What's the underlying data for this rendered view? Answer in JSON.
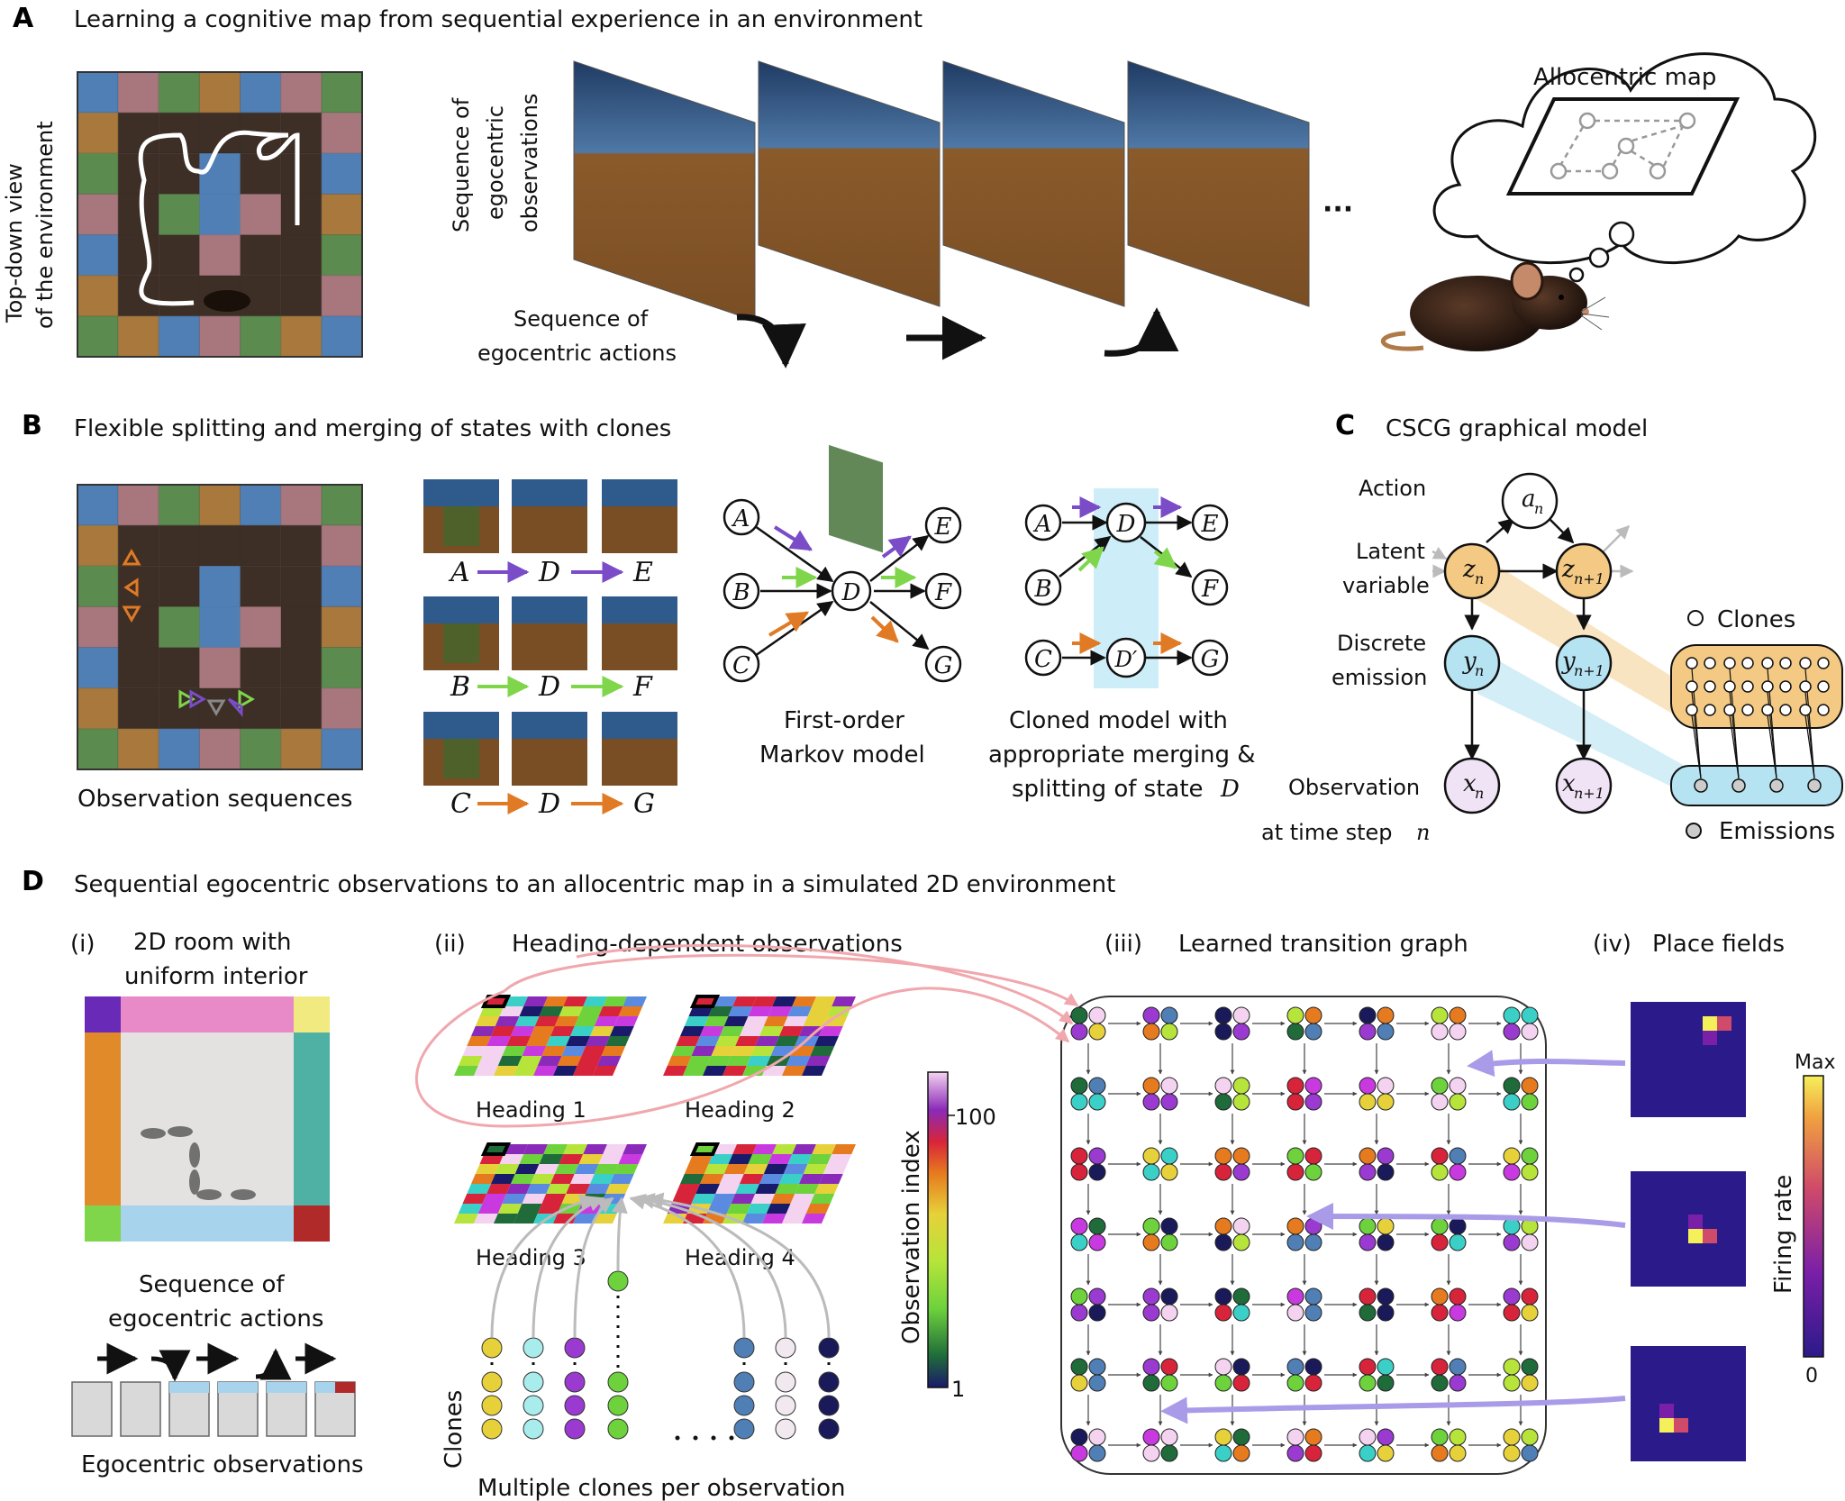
{
  "panels": {
    "A": {
      "letter": "A",
      "title": "Learning a cognitive map from sequential experience in an environment",
      "topdown_1": "Top-down view",
      "topdown_2": "of the environment",
      "obs_1": "Sequence of",
      "obs_2": "egocentric",
      "obs_3": "observations",
      "act_1": "Sequence of",
      "act_2": "egocentric actions",
      "ellipsis": "···",
      "thought": "Allocentric map"
    },
    "B": {
      "letter": "B",
      "title": "Flexible splitting and merging of states with clones",
      "obs_seq": "Observation sequences",
      "rows": [
        {
          "a": "A",
          "b": "D",
          "c": "E"
        },
        {
          "a": "B",
          "b": "D",
          "c": "F"
        },
        {
          "a": "C",
          "b": "D",
          "c": "G"
        }
      ],
      "markov_1": "First-order",
      "markov_2": "Markov model",
      "cloned_1": "Cloned model with",
      "cloned_2": "appropriate merging &",
      "cloned_3": "splitting of state",
      "state_d": "D",
      "state_dprime": "D′",
      "nodes": [
        "A",
        "B",
        "C",
        "D",
        "E",
        "F",
        "G"
      ]
    },
    "C": {
      "letter": "C",
      "title": "CSCG graphical model",
      "action": "Action",
      "latent_1": "Latent",
      "latent_2": "variable",
      "discrete_1": "Discrete",
      "discrete_2": "emission",
      "observation": "Observation",
      "timestep": "at time step",
      "clones": "Clones",
      "emissions": "Emissions",
      "a_n": "a",
      "z_n": "z",
      "y_n": "y",
      "x_n": "x",
      "sub_n": "n",
      "sub_n1": "n+1",
      "var_n": "n"
    },
    "D": {
      "letter": "D",
      "title": "Sequential egocentric observations to an allocentric map in a simulated 2D environment",
      "i_label": "(i)",
      "i_title_1": "2D room with",
      "i_title_2": "uniform interior",
      "i_seq_1": "Sequence of",
      "i_seq_2": "egocentric actions",
      "i_ego": "Egocentric observations",
      "ii_label": "(ii)",
      "ii_title": "Heading-dependent observations",
      "headings": [
        "Heading 1",
        "Heading 2",
        "Heading 3",
        "Heading 4"
      ],
      "clones_label": "Clones",
      "multi_clones": "Multiple clones per observation",
      "colorbar_label": "Observation index",
      "cb_max": "100",
      "cb_min": "1",
      "iii_label": "(iii)",
      "iii_title": "Learned transition graph",
      "iv_label": "(iv)",
      "iv_title": "Place fields",
      "firing_label": "Firing rate",
      "fr_max": "Max",
      "fr_min": "0"
    }
  },
  "colors": {
    "env_dark": "#3d2e26",
    "tile_blue": "#4f7fb4",
    "tile_pink": "#a8767d",
    "tile_green": "#5b8b4e",
    "tile_orange": "#a8783c",
    "wall_brown": "#8a5a2a",
    "sky": "#2f5a8c",
    "latent_fill": "#f4c983",
    "emission_fill": "#b6e3f2",
    "obs_fill": "#efe3f5",
    "purple_arrow": "#7a4cc7",
    "green_arrow": "#7fd64a",
    "orange_arrow": "#e07a24",
    "highlight_blue": "#cdeef8",
    "pink_link": "#f0a7ad",
    "lavender_link": "#a99be8"
  }
}
